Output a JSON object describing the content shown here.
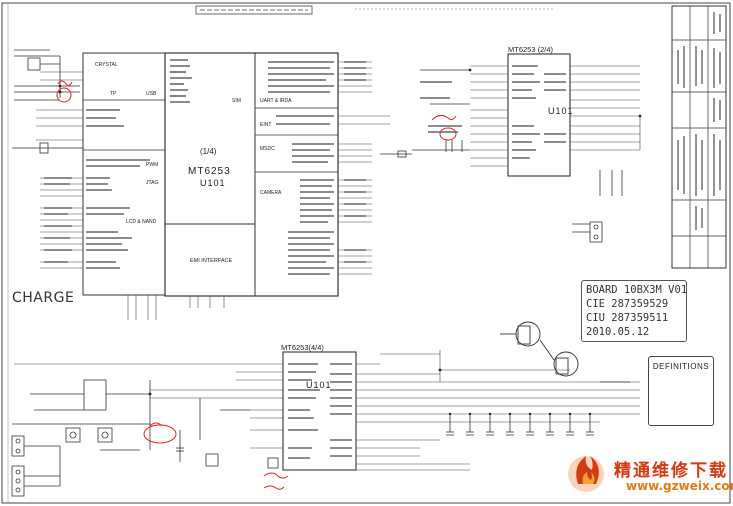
{
  "ic": {
    "part1_name": "MT6253",
    "part1_fraction": "(1/4)",
    "part1_ref": "U101",
    "part2_header": "MT6253 (2/4)",
    "part2_ref": "U101",
    "part4_header": "MT6253(4/4)",
    "part4_ref": "U101"
  },
  "blocks": [
    "CRYSTAL",
    "TP",
    "USB",
    "SIM",
    "UART & IRDA",
    "EINT",
    "MSDC",
    "CAMERA",
    "JTAG",
    "LCD & NAND",
    "EMI INTERFACE",
    "PWM"
  ],
  "charge_label": "CHARGE",
  "board_info": {
    "board": "BOARD 10BX3M V01",
    "cie": "CIE 287359529",
    "ciu": "CIU 287359511",
    "date": "2010.05.12"
  },
  "definitions_title": "DEFINITIONS",
  "watermark": {
    "text": "精通维修下载",
    "url": "www.gzweix.com"
  },
  "colors": {
    "ink": "#2a2a2a",
    "wire": "#3a3a3a",
    "annotation": "#e02020",
    "logo_red": "#d23a12",
    "logo_orange": "#e07a18"
  }
}
